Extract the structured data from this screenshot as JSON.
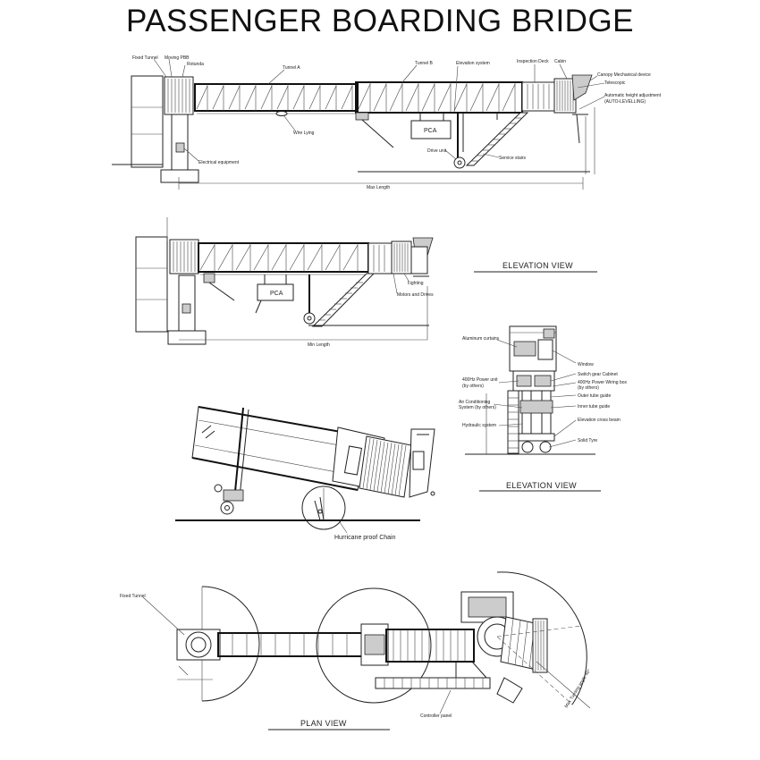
{
  "title": "PASSENGER BOARDING BRIDGE",
  "elevation_top": {
    "labels": {
      "fixed_tunnel": "Fixed Tunnel",
      "moving_pbb": "Moving PBB",
      "rotunda": "Rotunda",
      "tunnel_a": "Tunnel A",
      "tunnel_b": "Tunnel B",
      "elevation_system": "Elevation system",
      "inspection_deck": "Inspection Deck",
      "cabin": "Cabin",
      "canopy": "Canopy Mechanical device",
      "telescopic": "Telescopic",
      "auto_height": "Automatic height adjustment",
      "auto_levelling": "(AUTO-LEVELLING)",
      "wire_lying": "Wire Lying",
      "pca": "PCA",
      "electrical": "Electrical equipment",
      "drive_unit": "Drive unit",
      "service_stairs": "Service stairs",
      "max_length": "Max Length"
    }
  },
  "elevation_mid": {
    "labels": {
      "pca": "PCA",
      "lighting": "Lighting",
      "motors": "Motors and Drives",
      "min_length": "Min Length"
    },
    "view_title": "ELEVATION VIEW"
  },
  "section": {
    "labels": {
      "aluminum_curtains": "Aluminum curtains",
      "window": "Window",
      "switch_gear": "Switch gear Cabinet",
      "power_400_box": "400Hz Power Wiring box",
      "power_400_box_sub": "(by others)",
      "power_unit": "400Hz Power unit",
      "power_unit_sub": "(by others)",
      "outer_tube": "Outer tube guide",
      "inner_tube": "Inner tube guide",
      "air_cond": "Air Conditioning",
      "air_cond_sub": "System (by others)",
      "elev_cross_beam": "Elevation cross beam",
      "hydraulic": "Hydraulic system",
      "solid_tyre": "Solid Tyre"
    },
    "view_title": "ELEVATION VIEW"
  },
  "hurricane": {
    "label": "Hurricane proof Chain"
  },
  "plan": {
    "labels": {
      "fixed_tunnel": "Fixed Tunnel",
      "controller_panel": "Controller panel",
      "max_turning_angle": "Max Turning angle 40°"
    },
    "view_title": "PLAN VIEW"
  }
}
